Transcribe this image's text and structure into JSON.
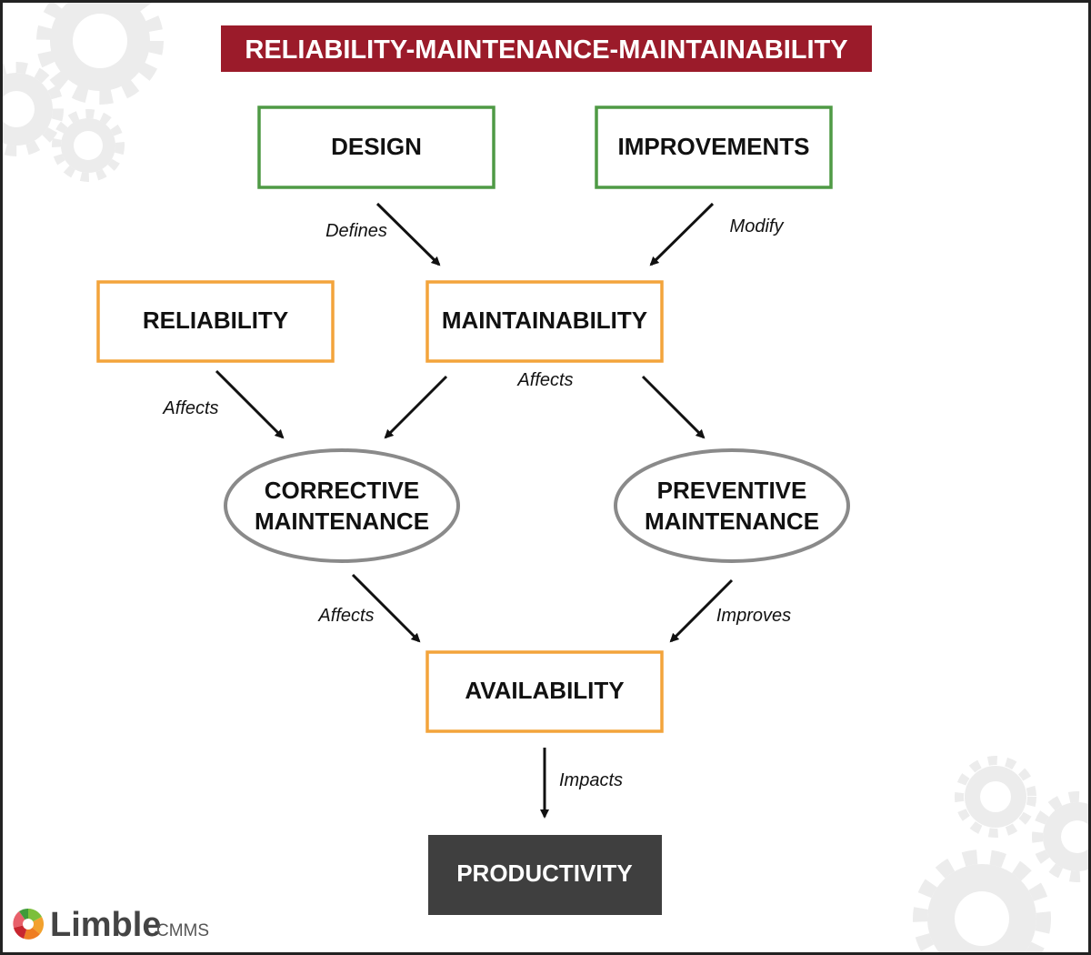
{
  "title": "RELIABILITY-MAINTENANCE-MAINTAINABILITY",
  "nodes": {
    "design": "DESIGN",
    "improvements": "IMPROVEMENTS",
    "reliability": "RELIABILITY",
    "maintainability": "MAINTAINABILITY",
    "corrective_1": "CORRECTIVE",
    "corrective_2": "MAINTENANCE",
    "preventive_1": "PREVENTIVE",
    "preventive_2": "MAINTENANCE",
    "availability": "AVAILABILITY",
    "productivity": "PRODUCTIVITY"
  },
  "edges": {
    "defines": "Defines",
    "modify": "Modify",
    "reliability_affects": "Affects",
    "maintainability_affects": "Affects",
    "corrective_affects": "Affects",
    "improves": "Improves",
    "impacts": "Impacts"
  },
  "logo": {
    "name": "Limble",
    "suffix": "CMMS"
  },
  "colors": {
    "title_bg": "#9b1b2a",
    "green": "#4f9a45",
    "orange": "#f3a43b",
    "ellipse": "#8a8a8a",
    "dark": "#3f3f3f",
    "gear": "#ececec"
  }
}
